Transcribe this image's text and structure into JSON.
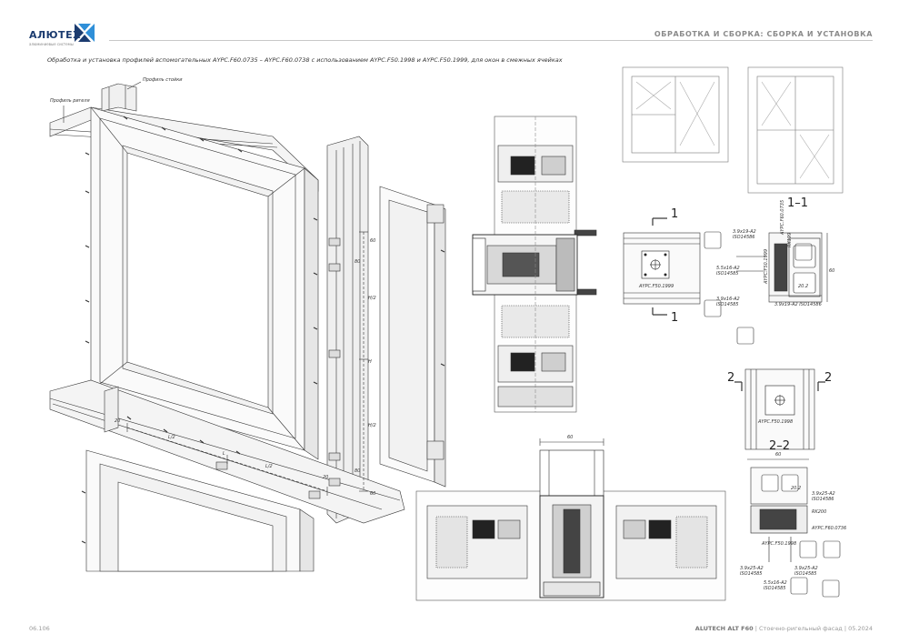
{
  "header": {
    "logo_text": "АЛЮТЕХ",
    "logo_subtitle": "алюминиевые системы",
    "section_title": "ОБРАБОТКА И СБОРКА: СБОРКА И УСТАНОВКА",
    "accent_color": "#1b3b6f",
    "logo_mark_color": "#2f8fd8"
  },
  "caption": "Обработка и установка профилей вспомогательных AYPC.F60.0735 – AYPC.F60.0738 с использованием AYPC.F50.1998 и AYPC.F50.1999, для окон в смежных ячейках",
  "labels": {
    "post_profile": "Профиль стойки",
    "transom_profile": "Профиль ригеля",
    "dims": [
      "H/2",
      "H",
      "H/2",
      "L/2",
      "L",
      "L/2",
      "20",
      "60",
      "80",
      "80",
      "60",
      "20"
    ]
  },
  "sections": {
    "s1": "1–1",
    "s1_marks": [
      "1",
      "1"
    ],
    "s2": "2–2",
    "s2_marks": [
      "2",
      "2"
    ]
  },
  "parts": {
    "f50_1999": "AYPC.F50.1999",
    "f50_1998": "AYPC.F50.1998",
    "f60_0735": "AYPC.F60.0735",
    "f60_0736": "AYPC.F60.0736",
    "f50_1998_b": "AYPC.F50.1998",
    "f50_1999_b": "AYPC.F50.1999",
    "rk199": "RK199",
    "rk200": "RK200",
    "dim_60_a": "60",
    "dim_60_b": "60",
    "dim_60_c": "60",
    "dim_20_2a": "20.2",
    "dim_20_2b": "20.2"
  },
  "screws": {
    "a": "3.9x19-A2 ISO14586",
    "b": "5.5x16-A2 ISO14585",
    "c": "3.9x16-A2 ISO14585",
    "d": "3.9x19-A2 ISO14586",
    "e": "3.9x25-A2 ISO14586",
    "f": "3.9x25-A2 ISO14585",
    "g": "3.9x25-A2 ISO14585",
    "h": "5.5x16-A2 ISO14585"
  },
  "footer": {
    "page_number": "06.106",
    "brand": "ALUTECH ALT F60",
    "doc": "Стоечно-ригельный фасад",
    "date": "05.2024"
  }
}
